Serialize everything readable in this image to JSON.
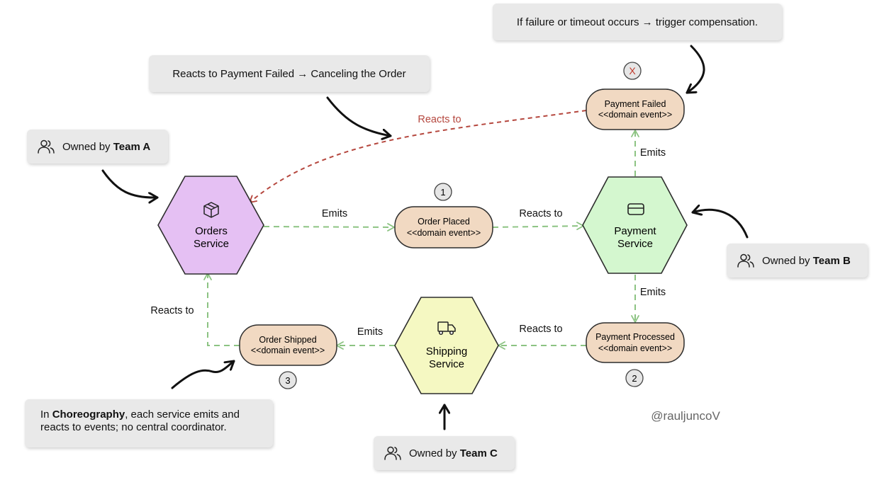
{
  "diagram": {
    "services": [
      {
        "id": "orders",
        "line1": "Orders",
        "line2": "Service",
        "icon": "package-icon",
        "color": "#e5c0f3"
      },
      {
        "id": "payment",
        "line1": "Payment",
        "line2": "Service",
        "icon": "credit-card-icon",
        "color": "#d4f7cf"
      },
      {
        "id": "shipping",
        "line1": "Shipping",
        "line2": "Service",
        "icon": "truck-icon",
        "color": "#f5f8c2"
      }
    ],
    "events": [
      {
        "id": "order-placed",
        "name": "Order Placed",
        "stereotype": "<<domain event>>",
        "step": "1"
      },
      {
        "id": "payment-processed",
        "name": "Payment Processed",
        "stereotype": "<<domain event>>",
        "step": "2"
      },
      {
        "id": "order-shipped",
        "name": "Order Shipped",
        "stereotype": "<<domain event>>",
        "step": "3"
      },
      {
        "id": "payment-failed",
        "name": "Payment Failed",
        "stereotype": "<<domain event>>",
        "step": "X"
      }
    ],
    "edge_labels": {
      "orders_emits": "Emits",
      "placed_reacts": "Reacts to",
      "payment_emits_failed": "Emits",
      "payment_emits_processed": "Emits",
      "processed_reacts": "Reacts to",
      "shipping_emits": "Emits",
      "shipped_reacts": "Reacts to",
      "failed_reacts": "Reacts to"
    },
    "owners": [
      {
        "id": "team-a",
        "prefix": "Owned by ",
        "team": "Team A"
      },
      {
        "id": "team-b",
        "prefix": "Owned by ",
        "team": "Team B"
      },
      {
        "id": "team-c",
        "prefix": "Owned by ",
        "team": "Team C"
      }
    ],
    "notes": {
      "compensation": "If failure or timeout occurs → trigger compensation.",
      "cancel": "Reacts to Payment Failed → Canceling the Order",
      "choreo_bold": "Choreography",
      "choreo_pre": "In ",
      "choreo_post": ", each service emits and reacts to events; no central coordinator."
    },
    "signature": "@rauljuncoV",
    "colors": {
      "event_fill": "#f1d9c2",
      "flow_green": "#8cc382",
      "failure_red": "#b5473e",
      "note_bg": "#e9e9e9"
    }
  }
}
